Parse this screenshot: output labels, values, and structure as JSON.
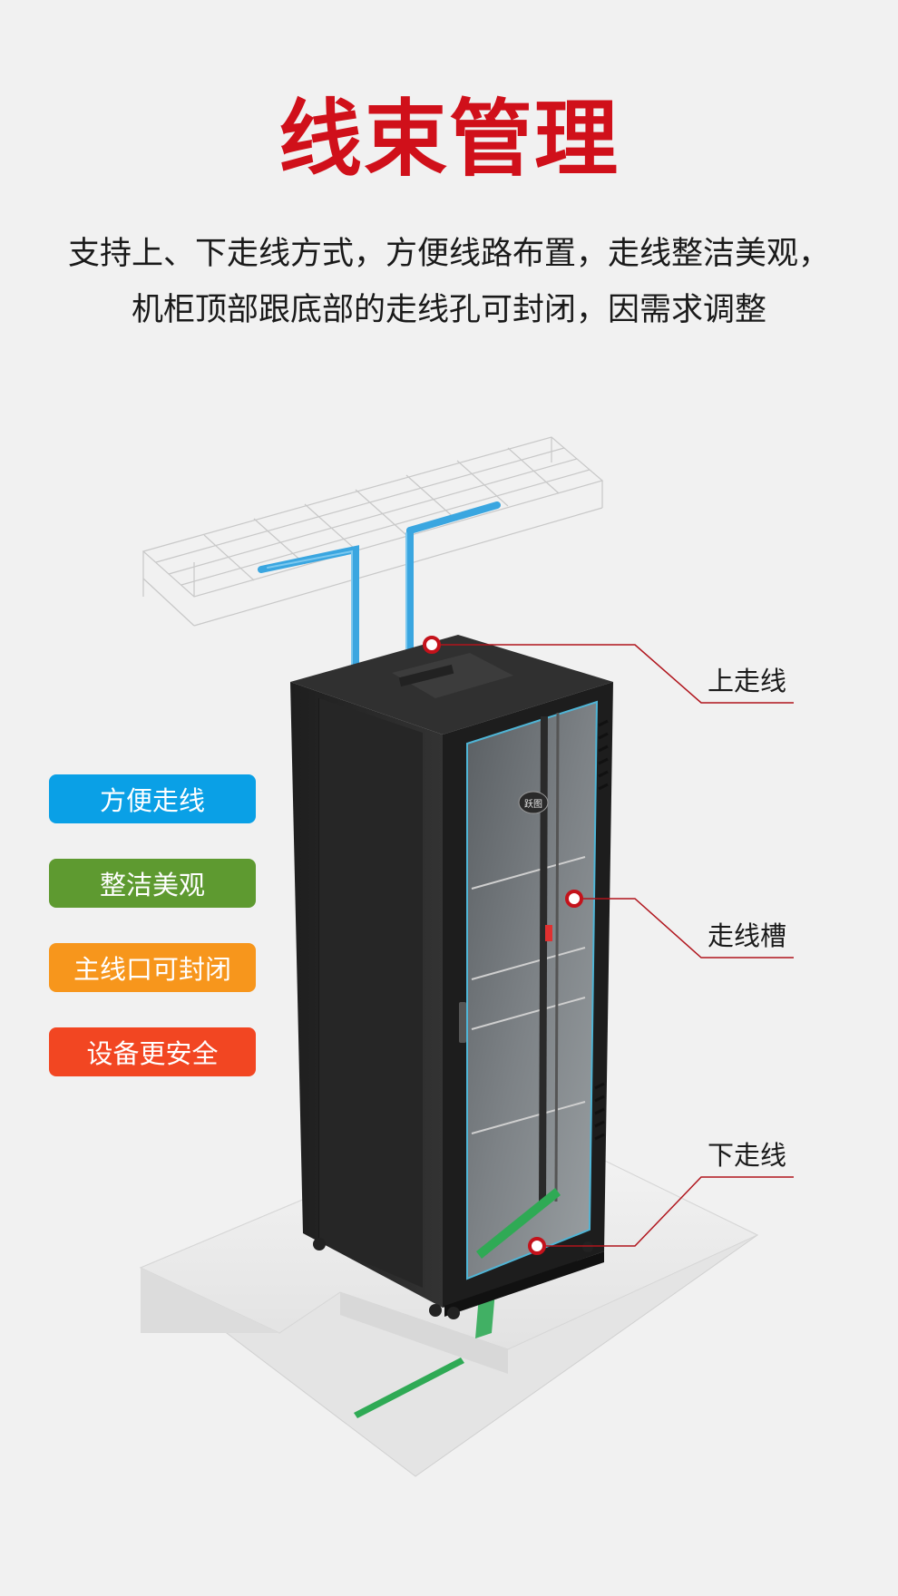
{
  "title": "线束管理",
  "subtitle": {
    "line1": "支持上、下走线方式，方便线路布置，走线整洁美观，",
    "line2": "机柜顶部跟底部的走线孔可封闭，因需求调整"
  },
  "features": [
    {
      "label": "方便走线",
      "color": "#0aa0e6"
    },
    {
      "label": "整洁美观",
      "color": "#5e9a30"
    },
    {
      "label": "主线口可封闭",
      "color": "#f7961c"
    },
    {
      "label": "设备更安全",
      "color": "#f24622"
    }
  ],
  "callouts": {
    "top": "上走线",
    "trough": "走线槽",
    "bottom": "下走线"
  },
  "cabinet": {
    "brand_mark": "跃图"
  },
  "colors": {
    "title_red": "#d0101a",
    "callout_line": "#b0141c",
    "cable_blue": "#3aa6e0",
    "cable_green": "#2faa55",
    "cabinet_body": "#2b2b2b"
  }
}
